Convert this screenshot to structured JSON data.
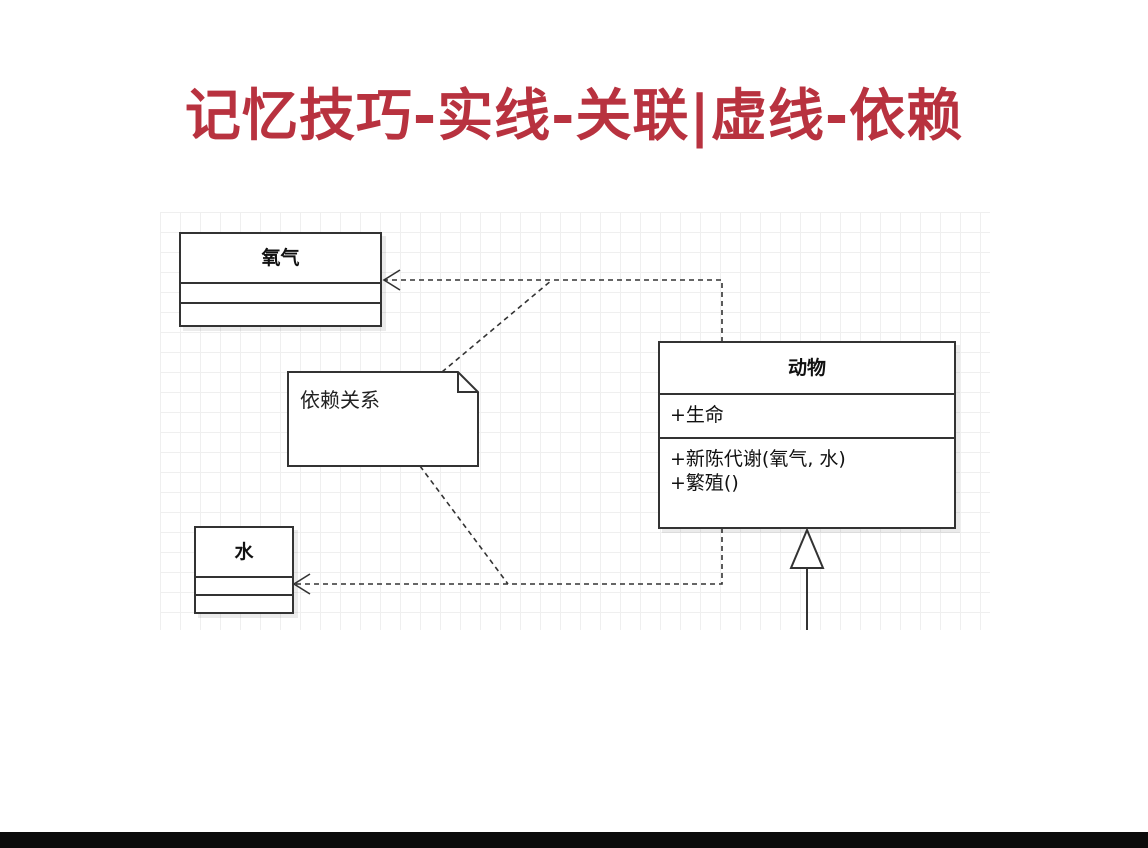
{
  "title": "记忆技巧-实线-关联|虚线-依赖",
  "diagram": {
    "classes": {
      "oxygen": {
        "name": "氧气"
      },
      "water": {
        "name": "水"
      },
      "animal": {
        "name": "动物",
        "attributes": [
          "+生命"
        ],
        "methods": [
          "+新陈代谢(氧气, 水)",
          "+繁殖()"
        ]
      }
    },
    "note": {
      "text": "依赖关系"
    },
    "relations": [
      {
        "type": "dependency",
        "from": "动物",
        "to": "氧气",
        "line": "dashed",
        "arrow": "open"
      },
      {
        "type": "dependency",
        "from": "动物",
        "to": "水",
        "line": "dashed",
        "arrow": "open"
      },
      {
        "type": "generalization",
        "to": "动物",
        "line": "solid",
        "arrow": "hollow-triangle"
      }
    ]
  }
}
